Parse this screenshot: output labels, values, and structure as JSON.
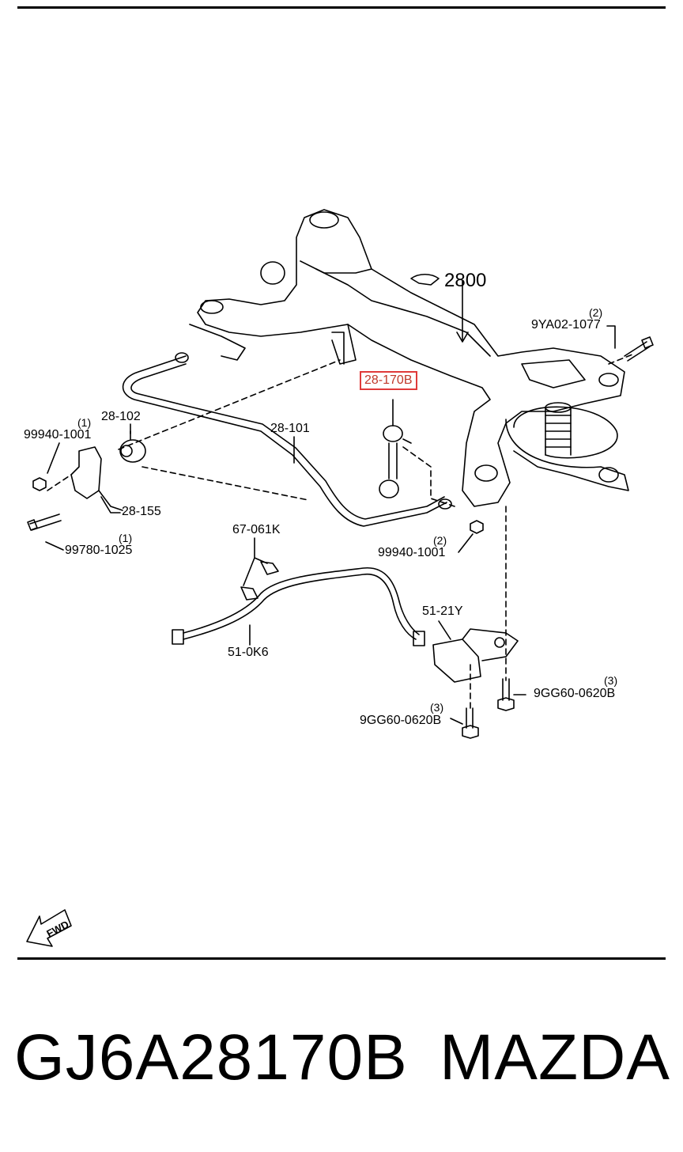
{
  "callouts": {
    "frame": "2800",
    "bolt_top_right": "9YA02-1077",
    "bolt_top_right_qty": "(2)",
    "link_highlight": "28-170B",
    "nut_left": "99940-1001",
    "nut_left_qty": "(1)",
    "bushing": "28-102",
    "stabilizer_bar": "28-101",
    "bracket": "28-155",
    "bolt_left": "99780-1025",
    "bolt_left_qty": "(1)",
    "clip": "67-061K",
    "nut_right": "99940-1001",
    "nut_right_qty": "(2)",
    "sensor": "51-21Y",
    "harness": "51-0K6",
    "bolt_lower_right": "9GG60-0620B",
    "bolt_lower_right_qty": "(3)",
    "bolt_lower_center": "9GG60-0620B",
    "bolt_lower_center_qty": "(3)"
  },
  "fwd_arrow": {
    "label": "FWD",
    "icon": "fwd-arrow-icon"
  },
  "footer": {
    "part_number": "GJ6A28170B",
    "brand": "MAZDA"
  },
  "colors": {
    "highlight": "#e03a3a",
    "ink": "#000000"
  }
}
